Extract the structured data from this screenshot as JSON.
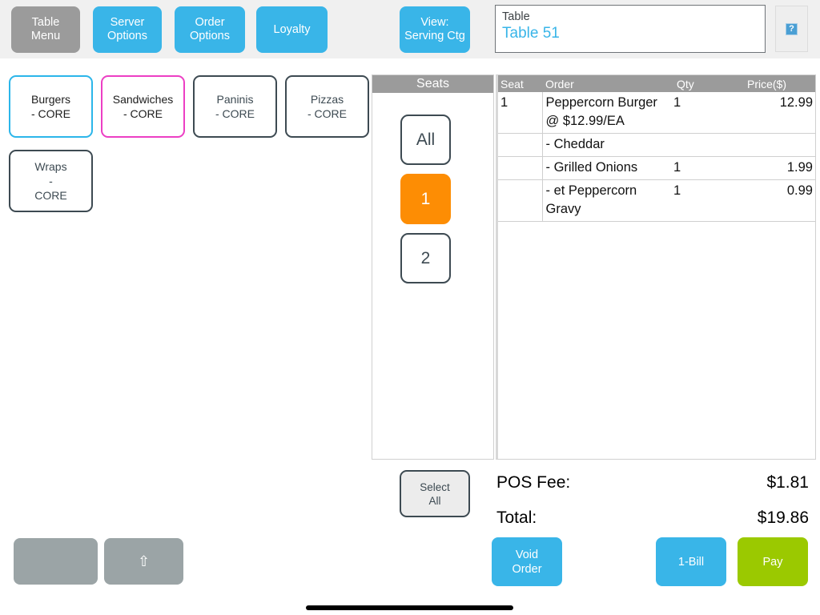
{
  "toolbar": {
    "buttons": [
      {
        "id": "table-menu",
        "label": "Table\nMenu",
        "style": "grey"
      },
      {
        "id": "server-options",
        "label": "Server\nOptions",
        "style": "blue"
      },
      {
        "id": "order-options",
        "label": "Order\nOptions",
        "style": "blue"
      },
      {
        "id": "loyalty",
        "label": "Loyalty",
        "style": "blue"
      },
      {
        "id": "view-ctg",
        "label": "View:\nServing Ctg",
        "style": "blue"
      }
    ],
    "table_info": {
      "label": "Table",
      "value": "Table 51"
    },
    "help_icon": "?"
  },
  "categories": [
    {
      "label": "Burgers\n- CORE",
      "selected": "cyan"
    },
    {
      "label": "Sandwiches\n- CORE",
      "selected": "magenta"
    },
    {
      "label": "Paninis\n- CORE",
      "selected": "none"
    },
    {
      "label": "Pizzas\n- CORE",
      "selected": "none"
    },
    {
      "label": "Wraps\n-\nCORE",
      "selected": "none"
    }
  ],
  "seats": {
    "header": "Seats",
    "buttons": [
      {
        "label": "All",
        "active": false
      },
      {
        "label": "1",
        "active": true
      },
      {
        "label": "2",
        "active": false
      }
    ],
    "select_all_label": "Select\nAll"
  },
  "order": {
    "columns": [
      "Seat",
      "Order",
      "Qty",
      "Price($)"
    ],
    "rows": [
      {
        "seat": "1",
        "order": "Peppercorn Burger\n@ $12.99/EA",
        "qty": "1",
        "price": "12.99"
      },
      {
        "seat": "",
        "order": "- Cheddar",
        "qty": "",
        "price": ""
      },
      {
        "seat": "",
        "order": "- Grilled Onions",
        "qty": "1",
        "price": "1.99"
      },
      {
        "seat": "",
        "order": "- et Peppercorn Gravy",
        "qty": "1",
        "price": "0.99"
      }
    ]
  },
  "totals": [
    {
      "label": "POS Fee:",
      "value": "$1.81"
    },
    {
      "label": "Total:",
      "value": "$19.86"
    }
  ],
  "actions": {
    "void_label": "Void\nOrder",
    "bill_label": "1-Bill",
    "pay_label": "Pay",
    "blank_label": "",
    "up_arrow_icon": "⇧"
  },
  "colors": {
    "accent_blue": "#39b5e8",
    "pay_green": "#9bc900",
    "seat_active_orange": "#fd8d04",
    "category_selected_cyan": "#2cb6ea",
    "category_selected_magenta": "#ec3fc4",
    "header_grey": "#9b9b9b"
  }
}
